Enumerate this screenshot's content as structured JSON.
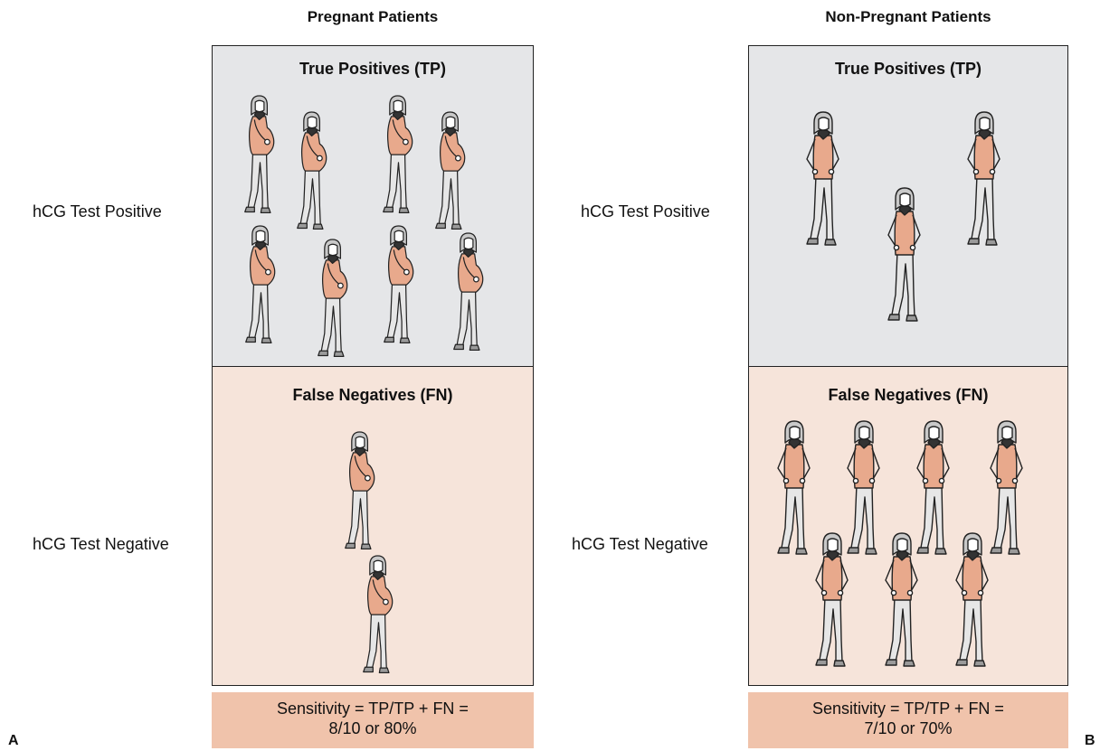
{
  "panels": [
    {
      "title": "Pregnant Patients",
      "tp_title": "True Positives (TP)",
      "fn_title": "False Negatives (FN)",
      "row_positive": "hCG Test Positive",
      "row_negative": "hCG Test Negative",
      "summary_line1": "Sensitivity = TP/TP + FN =",
      "summary_line2": "8/10 or 80%",
      "letter": "A",
      "tp_count": 8,
      "fn_count": 2,
      "figure_type": "pregnant-woman"
    },
    {
      "title": "Non-Pregnant Patients",
      "tp_title": "True Positives (TP)",
      "fn_title": "False Negatives (FN)",
      "row_positive": "hCG Test Positive",
      "row_negative": "hCG Test Negative",
      "summary_line1": "Sensitivity = TP/TP + FN =",
      "summary_line2": "7/10 or 70%",
      "letter": "B",
      "tp_count": 3,
      "fn_count": 7,
      "figure_type": "standing-woman"
    }
  ],
  "colors": {
    "tp_box": "#e5e6e8",
    "fn_box": "#f6e4da",
    "summary": "#f0c3ab",
    "shirt": "#e8a98c",
    "pants": "#e6e6e6",
    "hair": "#c9c9c9",
    "outline": "#222222"
  }
}
